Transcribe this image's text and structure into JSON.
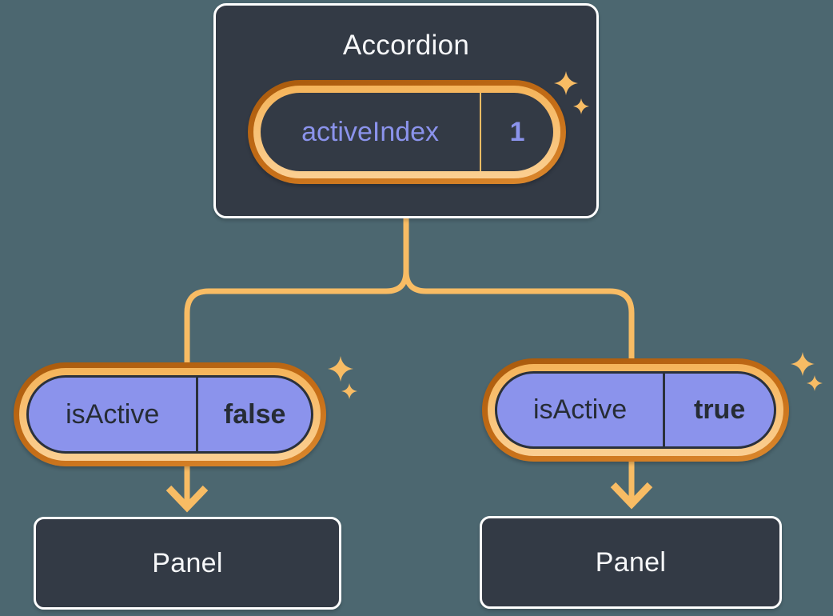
{
  "accordion": {
    "title": "Accordion",
    "state_pill": {
      "label": "activeIndex",
      "value": "1"
    }
  },
  "children": [
    {
      "prop_pill": {
        "label": "isActive",
        "value": "false"
      },
      "panel": {
        "label": "Panel"
      }
    },
    {
      "prop_pill": {
        "label": "isActive",
        "value": "true"
      },
      "panel": {
        "label": "Panel"
      }
    }
  ],
  "icons": {
    "sparkle": "four-point-star"
  },
  "colors": {
    "page_background": "#4C6770",
    "node_fill": "#333A45",
    "node_border": "#FFFFFF",
    "node_text": "#F6F7F9",
    "prop_pill_fill": "#8B93EC",
    "prop_pill_text": "#262C35",
    "state_pill_text": "#8B93EC",
    "ring_orange_dark": "#C16A15",
    "ring_orange_light": "#F8BC64",
    "connector_orange": "#F8BC64"
  }
}
